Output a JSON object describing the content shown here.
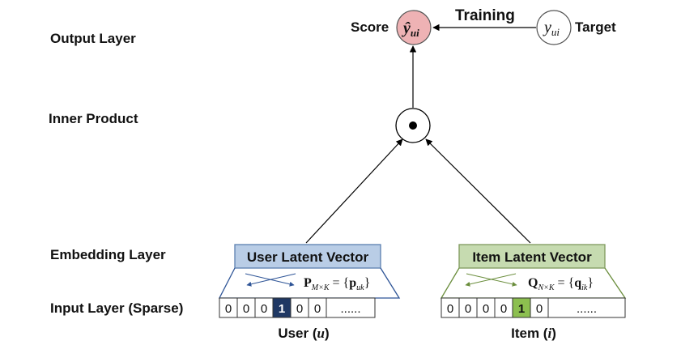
{
  "layer_labels": {
    "output": "Output Layer",
    "inner": "Inner Product",
    "embedding": "Embedding Layer",
    "input": "Input Layer (Sparse)"
  },
  "output": {
    "score_label": "Score",
    "training_label": "Training",
    "target_label": "Target",
    "yhat_symbol": "ŷ",
    "yhat_sub": "ui",
    "y_symbol": "y",
    "y_sub": "ui"
  },
  "inner_product": {
    "symbol": "•"
  },
  "user": {
    "vector_label": "User Latent Vector",
    "matrix_symbol": "P",
    "matrix_dims": "M×K",
    "matrix_eq": " = {",
    "matrix_elem": "p",
    "matrix_elem_sub": "uk",
    "matrix_close": "}",
    "input_cells": [
      "0",
      "0",
      "0",
      "1",
      "0",
      "0",
      "......"
    ],
    "caption_prefix": "User (",
    "caption_var": "u",
    "caption_suffix": ")"
  },
  "item": {
    "vector_label": "Item Latent Vector",
    "matrix_symbol": "Q",
    "matrix_dims": "N×K",
    "matrix_eq": " = {",
    "matrix_elem": "q",
    "matrix_elem_sub": "ik",
    "matrix_close": "}",
    "input_cells": [
      "0",
      "0",
      "0",
      "0",
      "1",
      "0",
      "......"
    ],
    "caption_prefix": "Item (",
    "caption_var": "i",
    "caption_suffix": ")"
  },
  "colors": {
    "score_fill": "#eeb2b4",
    "user_header_fill": "#b9cde6",
    "user_header_stroke": "#5b7fb0",
    "user_active_cell": "#1f3864",
    "item_header_fill": "#c6dbb0",
    "item_header_stroke": "#7f9a5e",
    "item_active_cell": "#8cbf4f",
    "user_cross_arrows": "#2f5597",
    "item_cross_arrows": "#6b8e3d"
  }
}
